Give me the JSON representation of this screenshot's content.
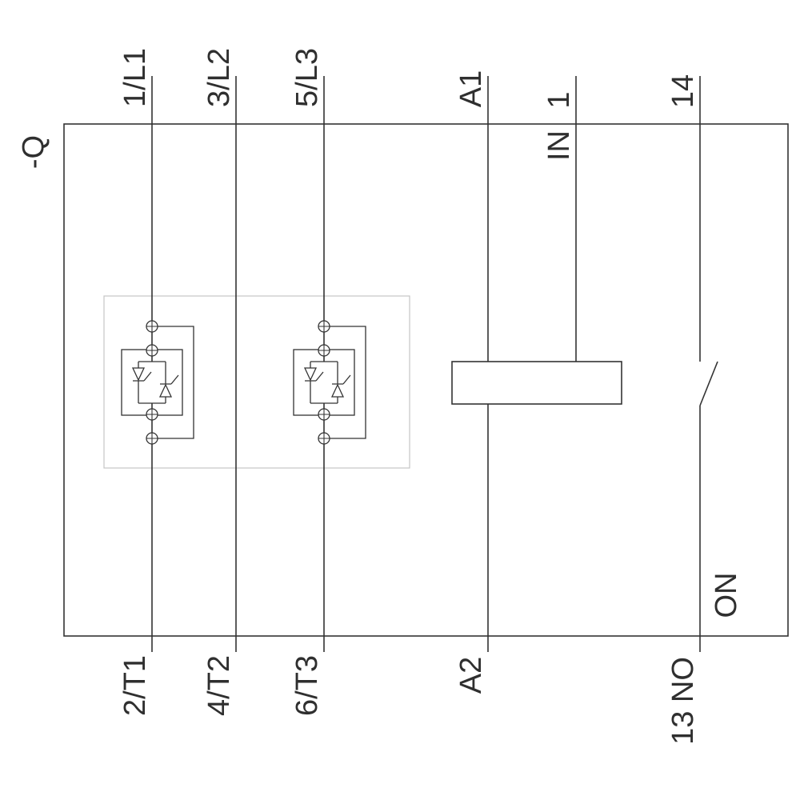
{
  "diagram": {
    "designation": "-Q",
    "labels": {
      "l1": "1/L1",
      "l2": "3/L2",
      "l3": "5/L3",
      "t1": "2/T1",
      "t2": "4/T2",
      "t3": "6/T3",
      "a1": "A1",
      "a2": "A2",
      "in_num": "1",
      "in_name": "IN",
      "no14": "14",
      "no13": "13 NO",
      "on": "ON"
    },
    "colors": {
      "line": "#333333",
      "light": "#c5c5c5",
      "bg": "#ffffff"
    }
  }
}
